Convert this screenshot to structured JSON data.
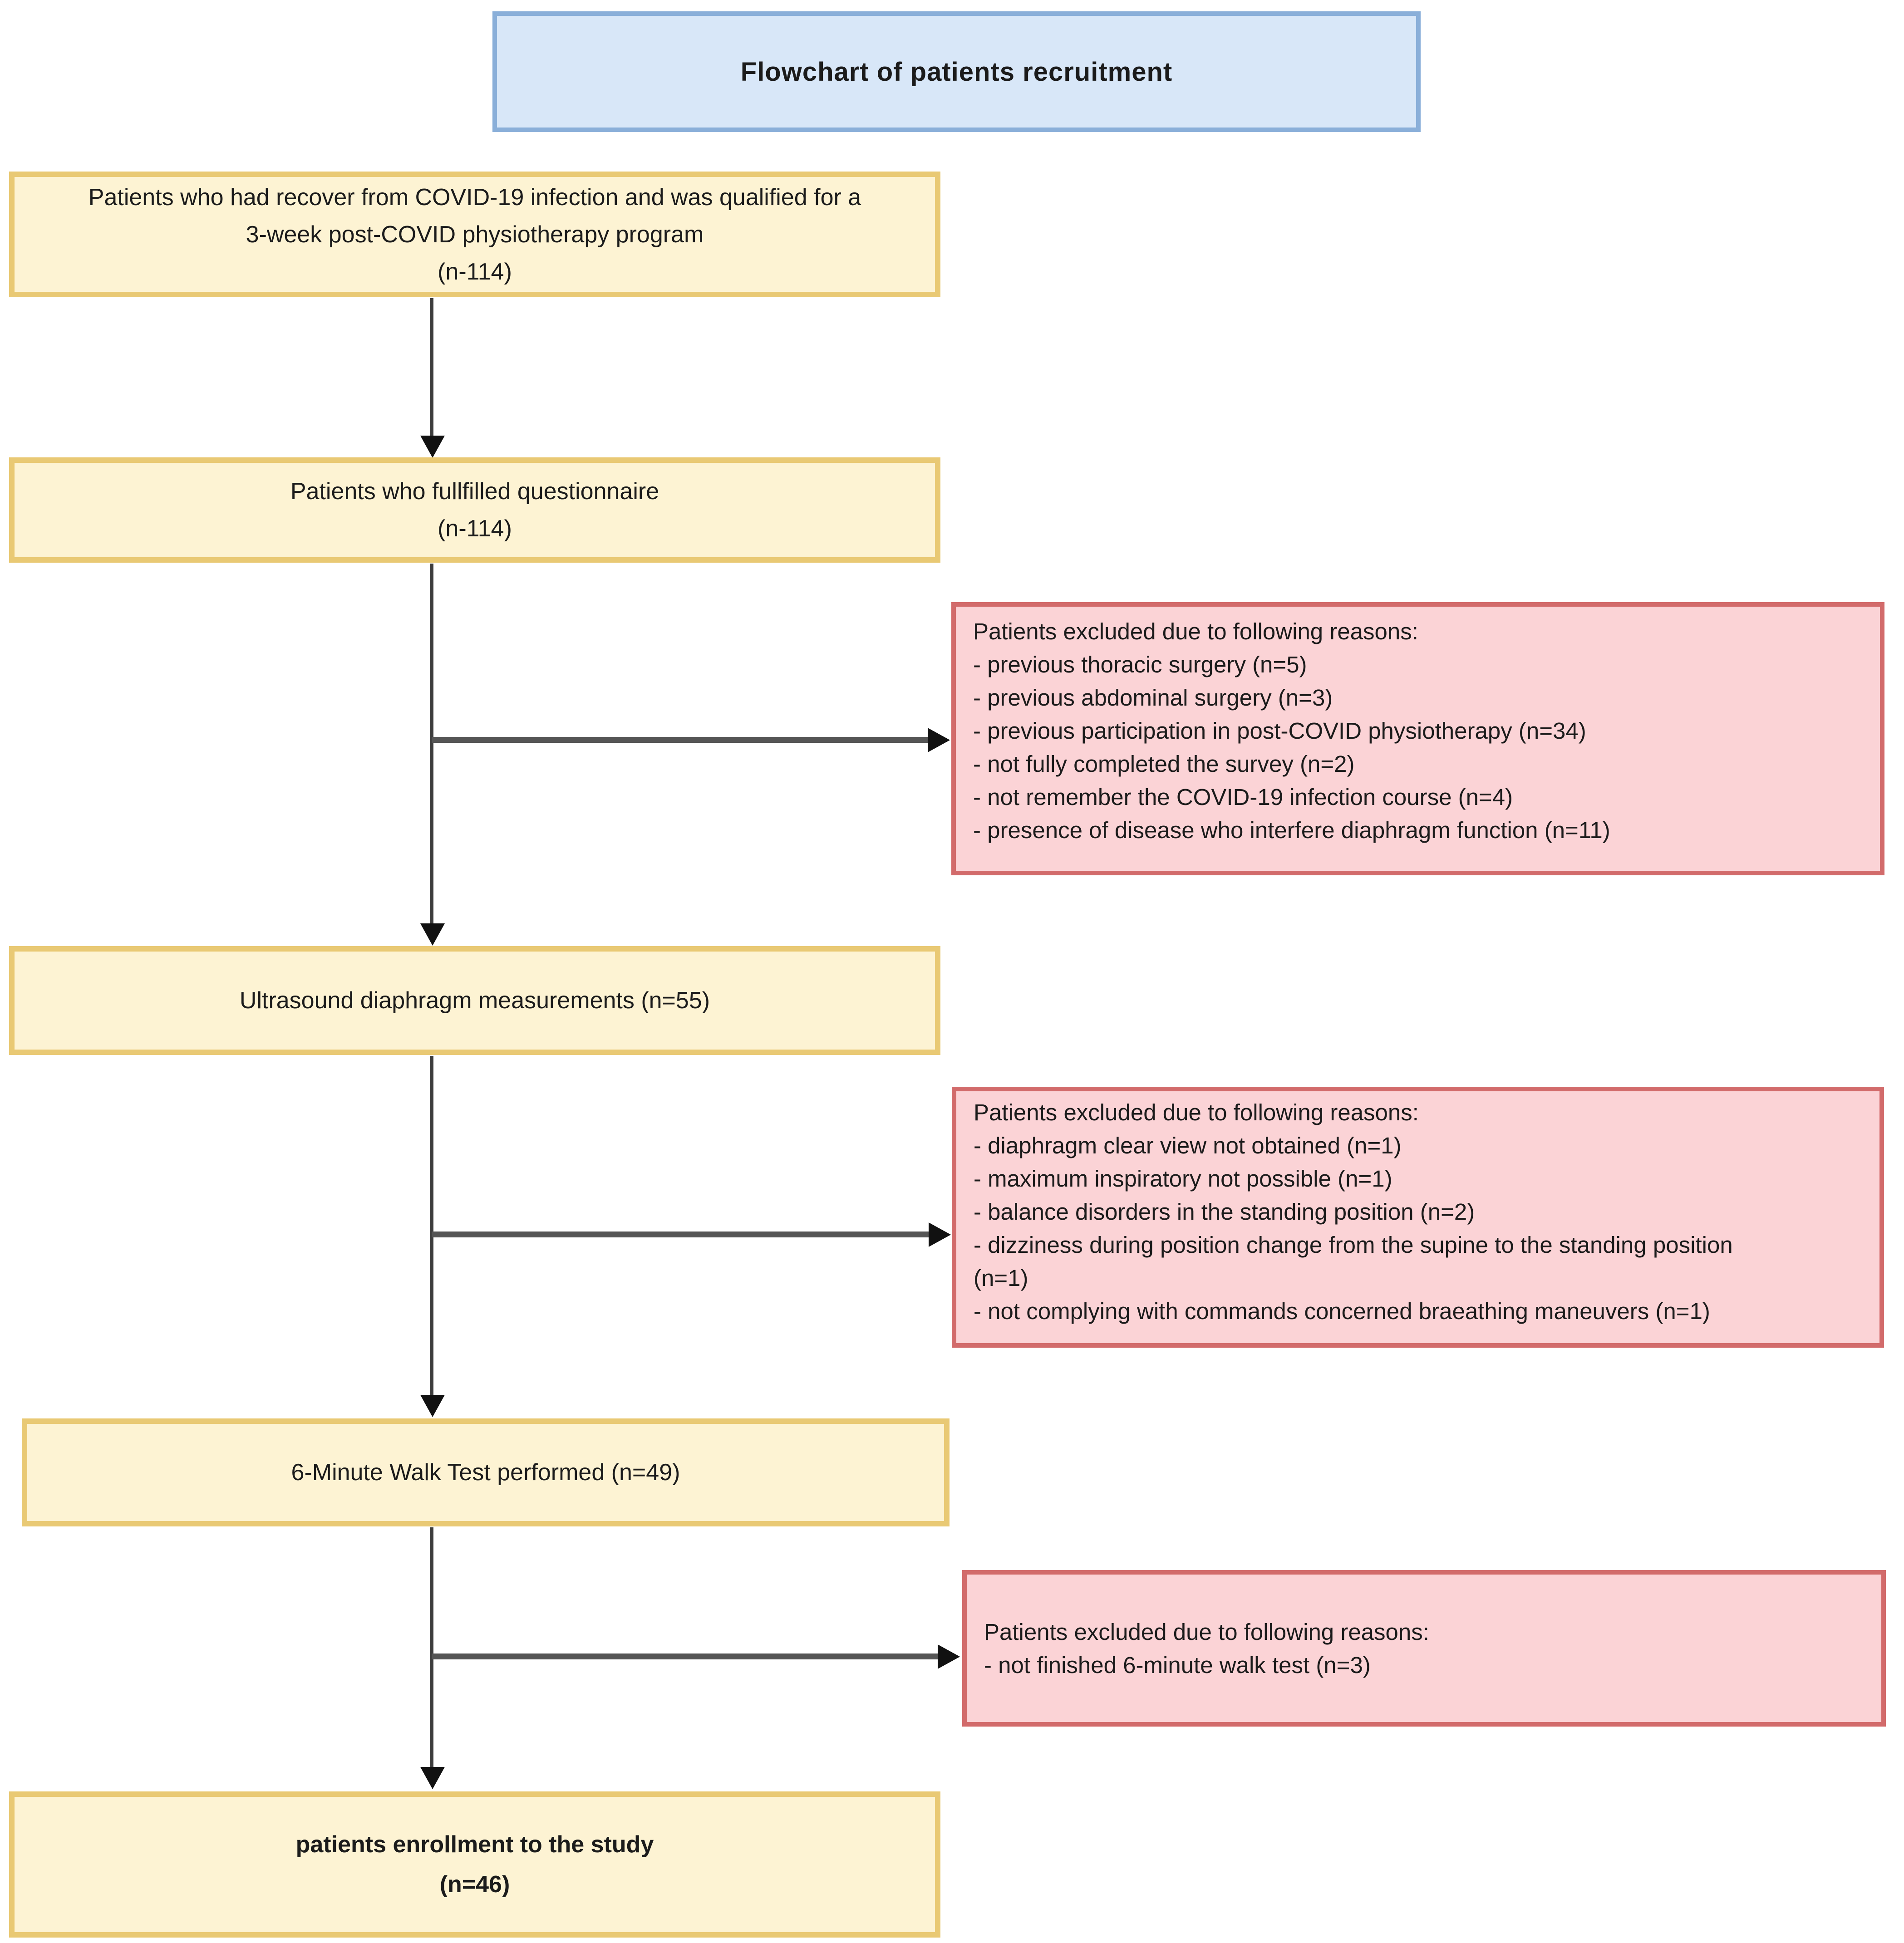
{
  "title": {
    "label": "Flowchart of patients recruitment"
  },
  "flow_boxes": {
    "recovered": {
      "lines": [
        "Patients who had recover from COVID-19 infection and was qualified for a",
        "3-week post-COVID physiotherapy program",
        "(n-114)"
      ]
    },
    "questionnaire": {
      "lines": [
        "Patients who fullfilled questionnaire",
        "(n-114)"
      ]
    },
    "ultrasound": {
      "lines": [
        "Ultrasound diaphragm measurements (n=55)"
      ]
    },
    "walk_test": {
      "lines": [
        "6-Minute Walk Test performed (n=49)"
      ]
    },
    "enrollment": {
      "lines": [
        "patients enrollment to the study",
        "(n=46)"
      ]
    }
  },
  "exclusion_boxes": {
    "after_questionnaire": {
      "header": "Patients excluded due to following reasons:",
      "items": [
        "- previous thoracic surgery (n=5)",
        "- previous abdominal surgery (n=3)",
        "- previous participation in post-COVID physiotherapy (n=34)",
        "- not fully completed the survey (n=2)",
        "- not remember the COVID-19 infection course (n=4)",
        "- presence of disease who interfere diaphragm function (n=11)"
      ]
    },
    "after_ultrasound": {
      "header": "Patients excluded due to following reasons:",
      "items": [
        "- diaphragm clear view not obtained (n=1)",
        "- maximum inspiratory not possible (n=1)",
        "- balance disorders in the standing position (n=2)",
        "- dizziness during position change from the supine to the standing position",
        "(n=1)",
        "- not complying with commands concerned braeathing maneuvers (n=1)"
      ]
    },
    "after_walk_test": {
      "header": "Patients excluded due to following reasons:",
      "items": [
        "- not finished 6-minute walk test (n=3)"
      ]
    }
  },
  "colors": {
    "title_fill": "#D8E7F8",
    "title_border": "#8AAFD9",
    "flow_fill": "#FDF3D3",
    "flow_border": "#E9C974",
    "excl_fill": "#FBD3D6",
    "excl_border": "#D26B6B",
    "connector": "#3D3D3D",
    "branch": "#555555",
    "head": "#111111"
  }
}
